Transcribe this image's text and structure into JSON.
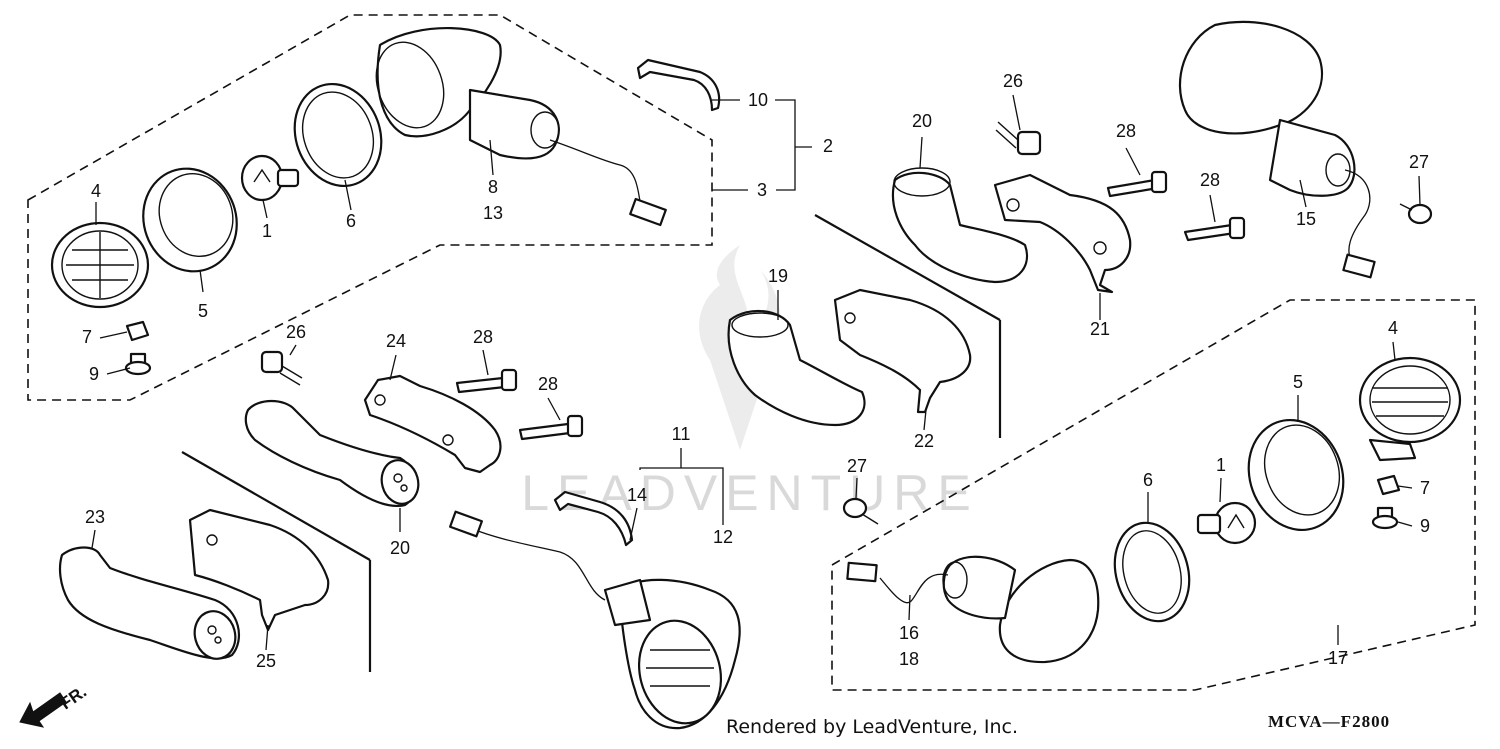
{
  "watermark": "LEADVENTURE",
  "footer": "Rendered by LeadVenture, Inc.",
  "diagram_code": "MCVA—F2800",
  "direction_label": "FR.",
  "arrow_icon": "front-direction-arrow-icon",
  "callouts": {
    "c1a": "1",
    "c1b": "1",
    "c2": "2",
    "c3": "3",
    "c4a": "4",
    "c4b": "4",
    "c5a": "5",
    "c5b": "5",
    "c6a": "6",
    "c6b": "6",
    "c7a": "7",
    "c7b": "7",
    "c8": "8",
    "c9a": "9",
    "c9b": "9",
    "c10": "10",
    "c11": "11",
    "c12": "12",
    "c13": "13",
    "c14": "14",
    "c15": "15",
    "c16": "16",
    "c17": "17",
    "c18": "18",
    "c19": "19",
    "c20a": "20",
    "c20b": "20",
    "c21": "21",
    "c22": "22",
    "c23": "23",
    "c24": "24",
    "c25": "25",
    "c26a": "26",
    "c26b": "26",
    "c27a": "27",
    "c27b": "27",
    "c28a": "28",
    "c28b": "28",
    "c28c": "28",
    "c28d": "28"
  }
}
